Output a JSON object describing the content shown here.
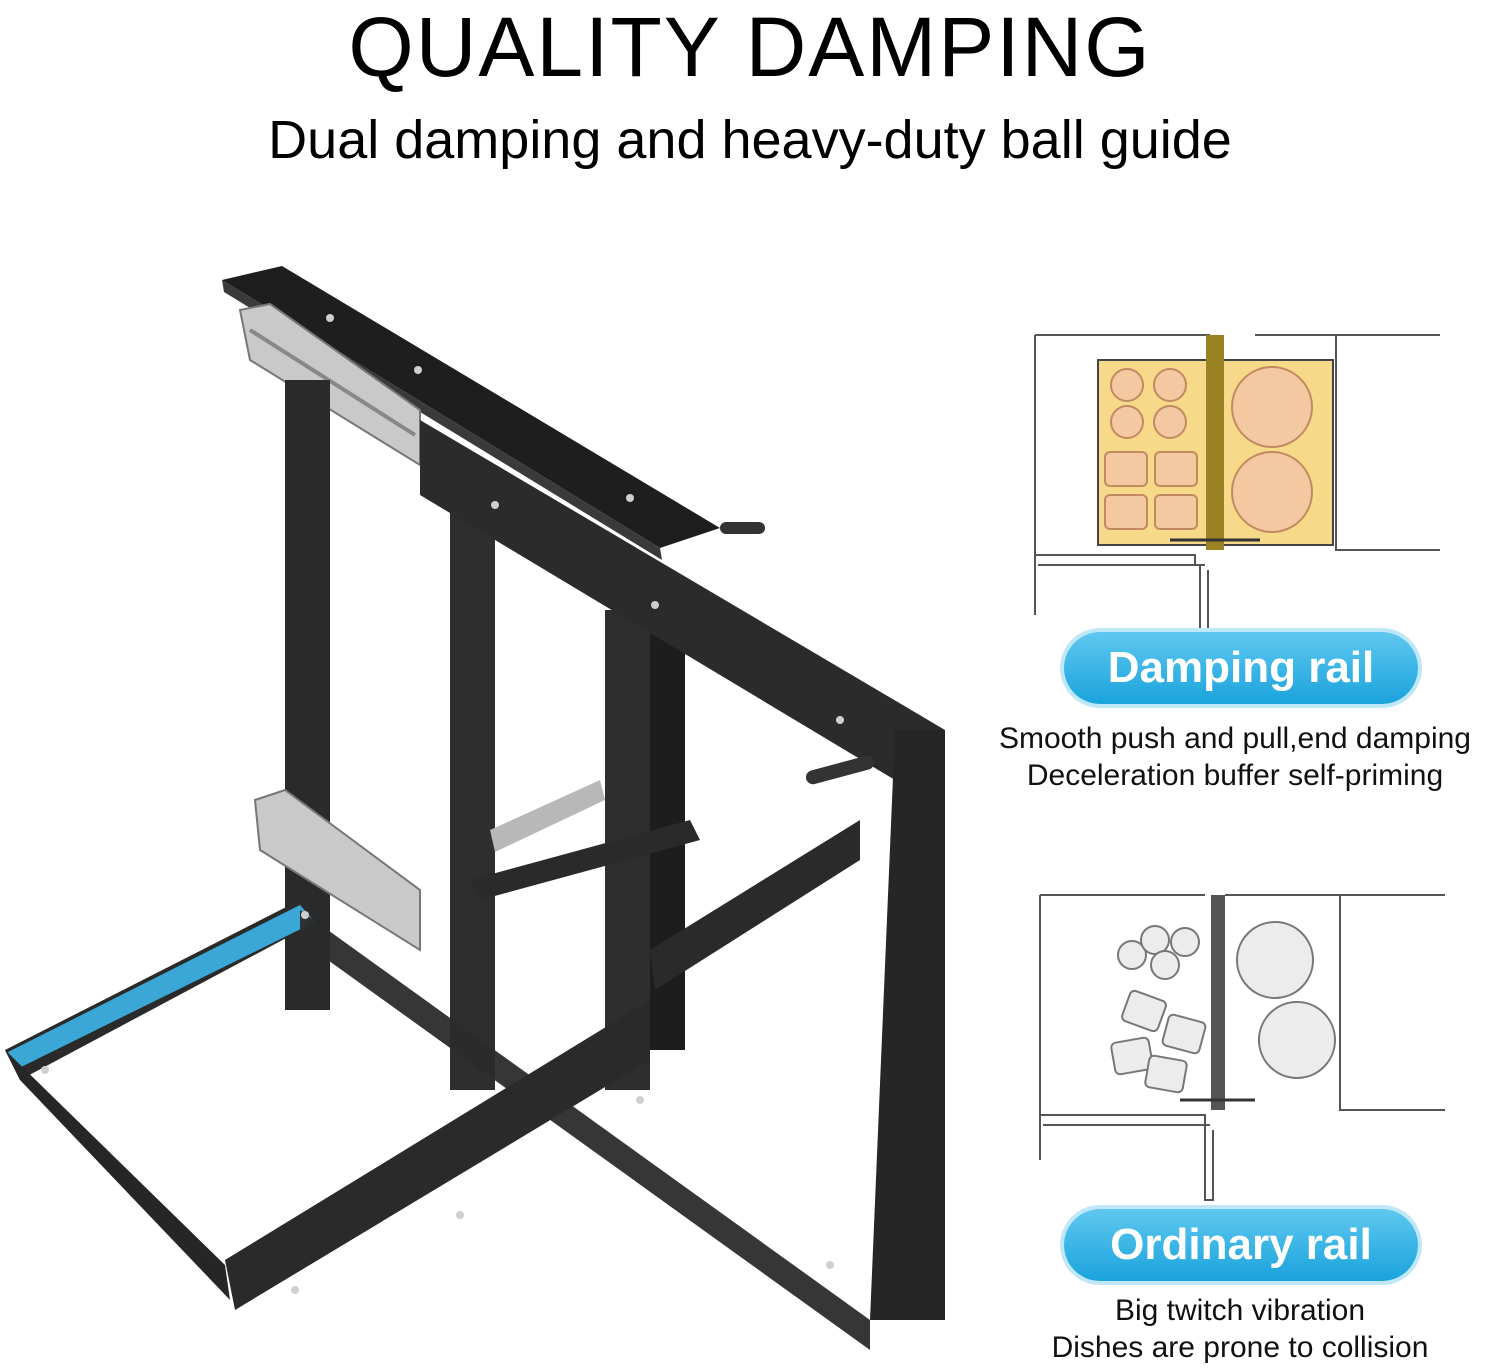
{
  "header": {
    "title": "QUALITY DAMPING",
    "subtitle": "Dual damping and heavy-duty ball guide"
  },
  "comparison": {
    "damping": {
      "label": "Damping rail",
      "line1": "Smooth push and pull,end damping",
      "line2": "Deceleration buffer self-priming"
    },
    "ordinary": {
      "label": "Ordinary rail",
      "line1": "Big twitch vibration",
      "line2": "Dishes are prone to collision"
    }
  },
  "colors": {
    "accent": "#1aa3dc",
    "frame": "#2a2a2a",
    "highlight_rail": "#3aa7d6",
    "tray": "#f7d98a"
  }
}
